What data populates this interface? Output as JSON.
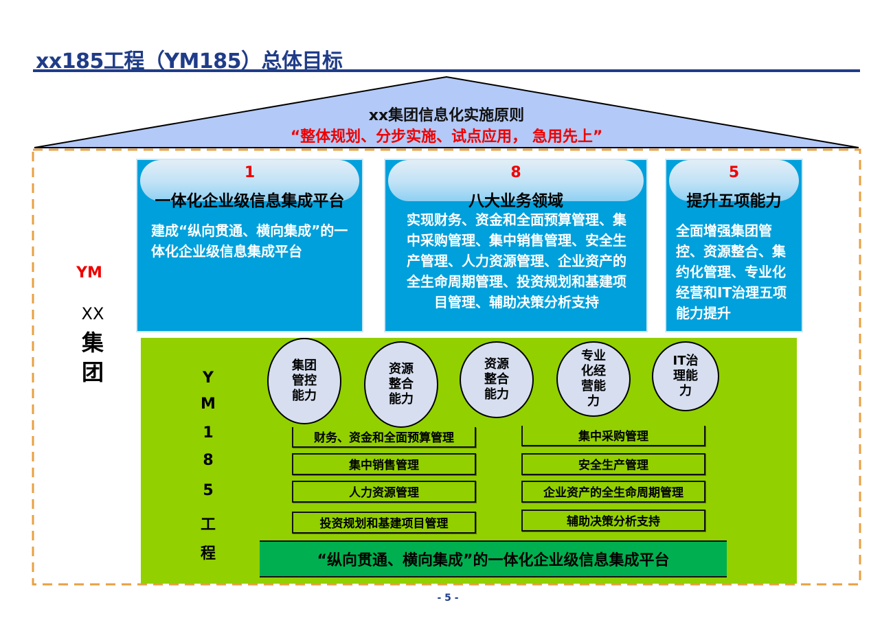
{
  "title": "xx185工程（YM185）总体目标",
  "roof": {
    "heading": "xx集团信息化实施原则",
    "slogan": "“整体规划、分步实施、试点应用， 急用先上”"
  },
  "side": {
    "ym": "YM",
    "xx": "XX",
    "ji": "集",
    "tuan": "团"
  },
  "pillars": [
    {
      "num": "1",
      "heading": "一体化企业级信息集成平台",
      "body": "建成“纵向贯通、横向集成”的一体化企业级信息集成平台"
    },
    {
      "num": "8",
      "heading": "八大业务领域",
      "body": "实现财务、资金和全面预算管理、集中采购管理、集中销售管理、安全生产管理、人力资源管理、企业资产的全生命周期管理、投资规划和基建项目管理、辅助决策分析支持"
    },
    {
      "num": "5",
      "heading": "提升五项能力",
      "body": "全面增强集团管控、资源整合、集约化管理、专业化经营和IT治理五项能力提升"
    }
  ],
  "vertical_label": [
    "Y",
    "M",
    "1",
    "8",
    "5",
    "工",
    "程"
  ],
  "capabilities": [
    "集团管控能力",
    "资源整合能力",
    "资源整合能力",
    "专业化经营能力",
    "IT治理能力"
  ],
  "domains_left": [
    "财务、资金和全面预算管理",
    "集中销售管理",
    "人力资源管理",
    "投资规划和基建项目管理"
  ],
  "domains_right": [
    "集中采购管理",
    "安全生产管理",
    "企业资产的全生命周期管理",
    "辅助决策分析支持"
  ],
  "platform": "“纵向贯通、横向集成”的一体化企业级信息集成平台",
  "page_number": "- 5 -",
  "colors": {
    "navy": "#1f3c88",
    "pillar": "#00a0dc",
    "green": "#92d000",
    "platform": "#00b050",
    "red": "#ee0000",
    "orange": "#e8a040"
  }
}
